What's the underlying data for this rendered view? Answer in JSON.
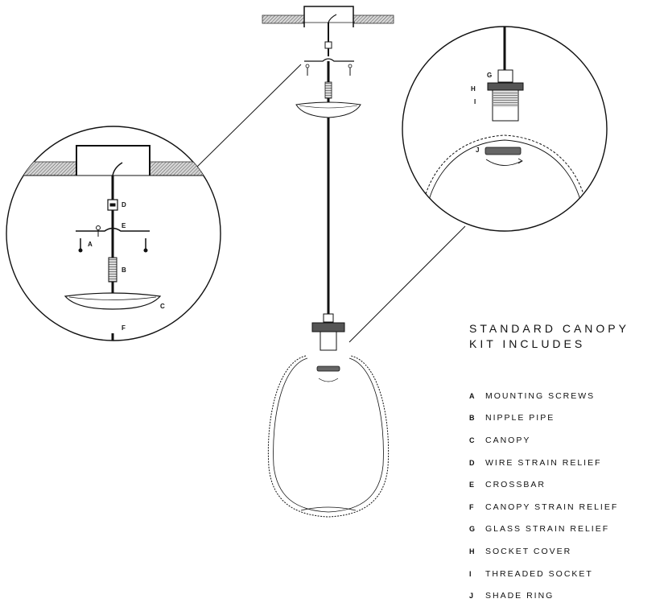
{
  "title_lines": [
    "STANDARD CANOPY",
    "KIT INCLUDES"
  ],
  "legend": [
    {
      "key": "A",
      "text": "MOUNTING SCREWS"
    },
    {
      "key": "B",
      "text": "NIPPLE PIPE"
    },
    {
      "key": "C",
      "text": "CANOPY"
    },
    {
      "key": "D",
      "text": "WIRE STRAIN RELIEF"
    },
    {
      "key": "E",
      "text": "CROSSBAR"
    },
    {
      "key": "F",
      "text": "CANOPY STRAIN RELIEF"
    },
    {
      "key": "G",
      "text": "GLASS STRAIN RELIEF"
    },
    {
      "key": "H",
      "text": "SOCKET COVER"
    },
    {
      "key": "I",
      "text": "THREADED SOCKET"
    },
    {
      "key": "J",
      "text": "SHADE RING"
    }
  ],
  "callouts": {
    "left_detail": [
      "D",
      "E",
      "A",
      "B",
      "C",
      "F"
    ],
    "right_detail": [
      "G",
      "H",
      "I",
      "J"
    ]
  }
}
